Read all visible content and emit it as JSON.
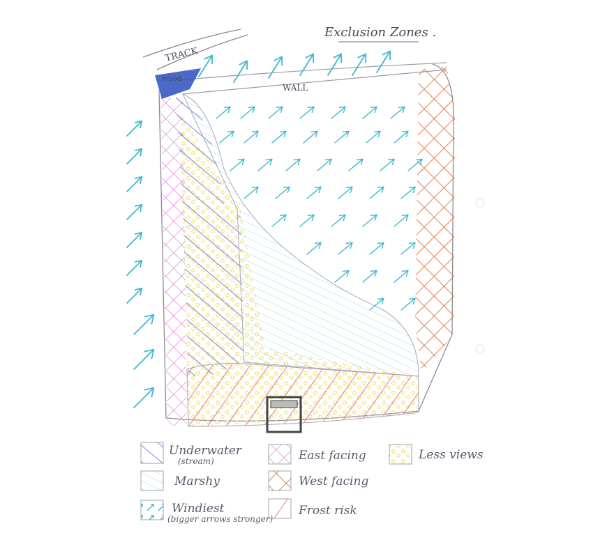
{
  "title": "Exclusion Zones .",
  "labels": {
    "track": "TRACK",
    "wall": "WALL",
    "wood": "Wood"
  },
  "legend": [
    {
      "id": "underwater",
      "label": "Underwater",
      "sublabel": "(stream)",
      "color": "#5a6ad8",
      "pattern": "diag-blue"
    },
    {
      "id": "marshy",
      "label": "Marshy",
      "sublabel": "",
      "color": "#9fd4e8",
      "pattern": "diag-lightblue"
    },
    {
      "id": "windiest",
      "label": "Windiest",
      "sublabel": "(bigger arrows stronger)",
      "color": "#3fb8d0",
      "pattern": "arrows"
    },
    {
      "id": "east-facing",
      "label": "East facing",
      "sublabel": "",
      "color": "#e070d8",
      "pattern": "cross-pink"
    },
    {
      "id": "west-facing",
      "label": "West facing",
      "sublabel": "",
      "color": "#e8703a",
      "pattern": "cross-orange"
    },
    {
      "id": "frost-risk",
      "label": "Frost risk",
      "sublabel": "",
      "color": "#e06a80",
      "pattern": "diag-red"
    },
    {
      "id": "less-views",
      "label": "Less views",
      "sublabel": "",
      "color": "#f2e27a",
      "pattern": "dots-yellow"
    }
  ],
  "colors": {
    "wind": "#3fb8d0",
    "underwater": "#5a6ad8",
    "marshy": "#9fd4e8",
    "east": "#e070d8",
    "west": "#e8703a",
    "frost": "#e06a80",
    "lessviews": "#f2e27a",
    "pencil": "#8a8a9a",
    "wood": "#2a4fc0"
  }
}
